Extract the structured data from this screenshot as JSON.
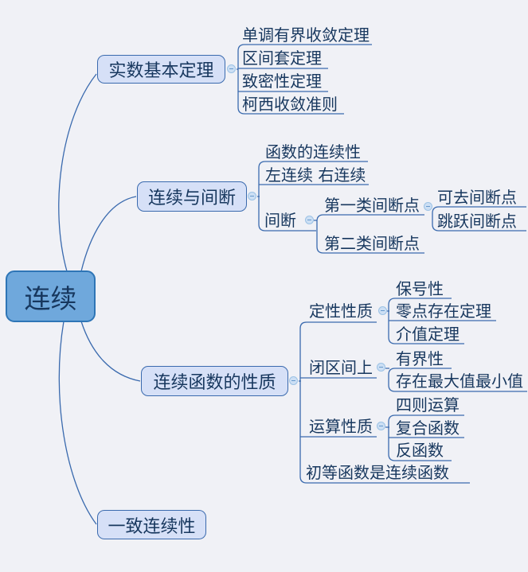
{
  "colors": {
    "background": "#F0F1F6",
    "line": "#3A6AAE",
    "root_fill": "#6FA8DC",
    "root_border": "#2E75B6",
    "branch_fill": "#D6E0F7",
    "branch_border": "#3A6AAE",
    "text": "#17375E",
    "collapse_icon_fill": "#CCDFF4"
  },
  "root": {
    "label": "连续"
  },
  "branches": [
    {
      "label": "实数基本定理",
      "children": [
        {
          "label": "单调有界收敛定理"
        },
        {
          "label": "区间套定理"
        },
        {
          "label": "致密性定理"
        },
        {
          "label": "柯西收敛准则"
        }
      ]
    },
    {
      "label": "连续与间断",
      "children": [
        {
          "label": "函数的连续性"
        },
        {
          "label": "左连续 右连续"
        },
        {
          "label": "间断",
          "children": [
            {
              "label": "第一类间断点",
              "children": [
                {
                  "label": "可去间断点"
                },
                {
                  "label": "跳跃间断点"
                }
              ]
            },
            {
              "label": "第二类间断点"
            }
          ]
        }
      ]
    },
    {
      "label": "连续函数的性质",
      "children": [
        {
          "label": "定性性质",
          "children": [
            {
              "label": "保号性"
            },
            {
              "label": "零点存在定理"
            },
            {
              "label": "介值定理"
            }
          ]
        },
        {
          "label": "闭区间上",
          "children": [
            {
              "label": "有界性"
            },
            {
              "label": "存在最大值最小值"
            }
          ]
        },
        {
          "label": "运算性质",
          "children": [
            {
              "label": "四则运算"
            },
            {
              "label": "复合函数"
            },
            {
              "label": "反函数"
            }
          ]
        },
        {
          "label": "初等函数是连续函数"
        }
      ]
    },
    {
      "label": "一致连续性"
    }
  ]
}
